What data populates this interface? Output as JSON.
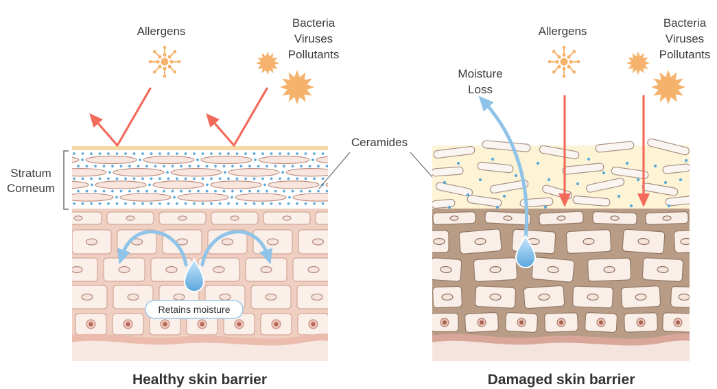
{
  "healthy": {
    "allergens": "Allergens",
    "threats": {
      "line1": "Bacteria",
      "line2": "Viruses",
      "line3": "Pollutants"
    },
    "stratum_corneum": {
      "line1": "Stratum",
      "line2": "Corneum"
    },
    "retains_moisture": "Retains moisture",
    "caption": "Healthy skin barrier"
  },
  "ceramides": "Ceramides",
  "damaged": {
    "allergens": "Allergens",
    "threats": {
      "line1": "Bacteria",
      "line2": "Viruses",
      "line3": "Pollutants"
    },
    "moisture_loss": {
      "line1": "Moisture",
      "line2": "Loss"
    },
    "caption": "Damaged skin barrier"
  },
  "icons": {
    "allergen": "pollen-icon",
    "threat": "starburst-icon",
    "moisture": "water-drop-icon"
  },
  "colors": {
    "threat_arrow": "#f26a5a",
    "moisture": "#8fc3e8",
    "icon": "#f5b26c",
    "healthy_surface": "#f6d9a9",
    "healthy_epidermis": "#efcfc2",
    "damaged_corneum": "#fdf4d6",
    "damaged_epidermis": "#b89c85"
  }
}
